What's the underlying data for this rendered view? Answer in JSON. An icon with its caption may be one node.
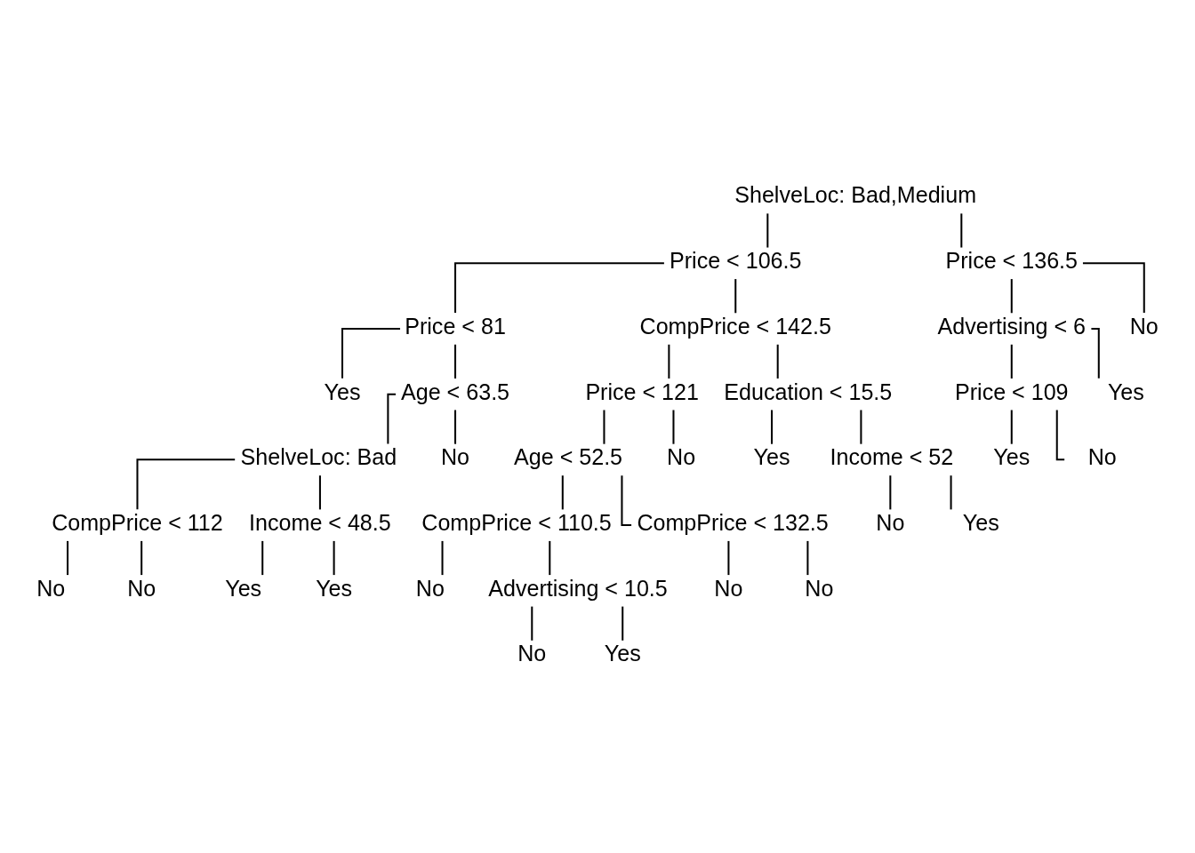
{
  "diagram": {
    "nodes": [
      {
        "text": [
          "ShelveLoc: Bad,Medium"
        ]
      },
      {
        "text": [
          "Price < 106.5"
        ]
      },
      {
        "text": [
          "Price < 81"
        ]
      },
      {
        "text": [
          "Yes"
        ]
      },
      {
        "text": [
          "Age < 63.5"
        ]
      },
      {
        "text": [
          "ShelveLoc: Bad"
        ]
      },
      {
        "text": [
          "CompPrice < 112"
        ]
      },
      {
        "text": [
          "No"
        ]
      },
      {
        "text": [
          "No"
        ]
      },
      {
        "text": [
          "Income < 48.5"
        ]
      },
      {
        "text": [
          "Yes"
        ]
      },
      {
        "text": [
          "Yes"
        ]
      },
      {
        "text": [
          "No"
        ]
      },
      {
        "text": [
          "CompPrice < 142.5"
        ]
      },
      {
        "text": [
          "Price < 121"
        ]
      },
      {
        "text": [
          "Age < 52.5"
        ]
      },
      {
        "text": [
          "CompPrice < 110.5"
        ]
      },
      {
        "text": [
          "No"
        ]
      },
      {
        "text": [
          "Advertising < 10.5"
        ]
      },
      {
        "text": [
          "No"
        ]
      },
      {
        "text": [
          "Yes"
        ]
      },
      {
        "text": [
          "CompPrice < 132.5"
        ]
      },
      {
        "text": [
          "No"
        ]
      },
      {
        "text": [
          "No"
        ]
      },
      {
        "text": [
          "No"
        ]
      },
      {
        "text": [
          "Education < 15.5"
        ]
      },
      {
        "text": [
          "Yes"
        ]
      },
      {
        "text": [
          "Income < 52"
        ]
      },
      {
        "text": [
          "No"
        ]
      },
      {
        "text": [
          "Yes"
        ]
      },
      {
        "text": [
          "Price < 136.5"
        ]
      },
      {
        "text": [
          "Advertising < 6"
        ]
      },
      {
        "text": [
          "Price < 109"
        ]
      },
      {
        "text": [
          "Yes"
        ]
      },
      {
        "text": [
          "No"
        ]
      },
      {
        "text": [
          "Yes"
        ]
      },
      {
        "text": [
          "No"
        ]
      }
    ],
    "edges": [
      {
        "from": 0,
        "to": 1,
        "arrow": "none"
      },
      {
        "from": 1,
        "to": 2,
        "arrow": "none"
      },
      {
        "from": 2,
        "to": 3,
        "arrow": "none"
      },
      {
        "from": 2,
        "to": 4,
        "arrow": "none"
      },
      {
        "from": 4,
        "to": 5,
        "arrow": "none"
      },
      {
        "from": 5,
        "to": 6,
        "arrow": "none"
      },
      {
        "from": 6,
        "to": 7,
        "arrow": "none"
      },
      {
        "from": 6,
        "to": 8,
        "arrow": "none"
      },
      {
        "from": 5,
        "to": 9,
        "arrow": "none"
      },
      {
        "from": 9,
        "to": 10,
        "arrow": "none"
      },
      {
        "from": 9,
        "to": 11,
        "arrow": "none"
      },
      {
        "from": 4,
        "to": 12,
        "arrow": "none"
      },
      {
        "from": 1,
        "to": 13,
        "arrow": "none"
      },
      {
        "from": 13,
        "to": 14,
        "arrow": "none"
      },
      {
        "from": 14,
        "to": 15,
        "arrow": "none"
      },
      {
        "from": 15,
        "to": 16,
        "arrow": "none"
      },
      {
        "from": 16,
        "to": 17,
        "arrow": "none"
      },
      {
        "from": 16,
        "to": 18,
        "arrow": "none"
      },
      {
        "from": 18,
        "to": 19,
        "arrow": "none"
      },
      {
        "from": 18,
        "to": 20,
        "arrow": "none"
      },
      {
        "from": 15,
        "to": 21,
        "arrow": "none"
      },
      {
        "from": 21,
        "to": 22,
        "arrow": "none"
      },
      {
        "from": 21,
        "to": 23,
        "arrow": "none"
      },
      {
        "from": 14,
        "to": 24,
        "arrow": "none"
      },
      {
        "from": 13,
        "to": 25,
        "arrow": "none"
      },
      {
        "from": 25,
        "to": 26,
        "arrow": "none"
      },
      {
        "from": 25,
        "to": 27,
        "arrow": "none"
      },
      {
        "from": 27,
        "to": 28,
        "arrow": "none"
      },
      {
        "from": 27,
        "to": 29,
        "arrow": "none"
      },
      {
        "from": 0,
        "to": 30,
        "arrow": "none"
      },
      {
        "from": 30,
        "to": 31,
        "arrow": "none"
      },
      {
        "from": 31,
        "to": 32,
        "arrow": "none"
      },
      {
        "from": 32,
        "to": 33,
        "arrow": "none"
      },
      {
        "from": 32,
        "to": 34,
        "arrow": "none"
      },
      {
        "from": 31,
        "to": 35,
        "arrow": "none"
      },
      {
        "from": 30,
        "to": 36,
        "arrow": "none"
      }
    ]
  }
}
